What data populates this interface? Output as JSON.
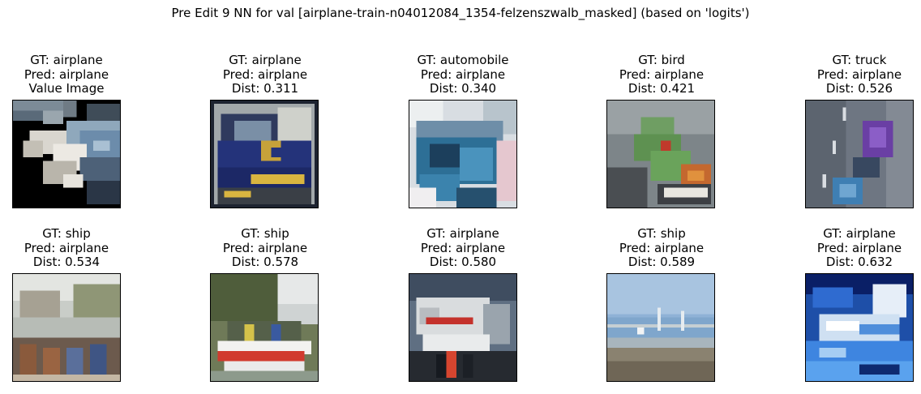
{
  "figure": {
    "title": "Pre Edit 9 NN for val [airplane-train-n04012084_1354-felzenszwalb_masked] (based on 'logits')"
  },
  "panels": [
    {
      "gt": "GT: airplane",
      "pred": "Pred: airplane",
      "third": "Value Image",
      "image": "masked-airplane-cockpit-image"
    },
    {
      "gt": "GT: airplane",
      "pred": "Pred: airplane",
      "third": "Dist: 0.311",
      "image": "blue-jet-cockpit-image"
    },
    {
      "gt": "GT: automobile",
      "pred": "Pred: airplane",
      "third": "Dist: 0.340",
      "image": "blue-car-interior-image"
    },
    {
      "gt": "GT: bird",
      "pred": "Pred: airplane",
      "third": "Dist: 0.421",
      "image": "green-parrot-image"
    },
    {
      "gt": "GT: truck",
      "pred": "Pred: airplane",
      "third": "Dist: 0.526",
      "image": "purple-truck-road-image"
    },
    {
      "gt": "GT: ship",
      "pred": "Pred: airplane",
      "third": "Dist: 0.534",
      "image": "boats-river-image"
    },
    {
      "gt": "GT: ship",
      "pred": "Pred: airplane",
      "third": "Dist: 0.578",
      "image": "red-white-boat-image"
    },
    {
      "gt": "GT: airplane",
      "pred": "Pred: airplane",
      "third": "Dist: 0.580",
      "image": "white-red-airliner-image"
    },
    {
      "gt": "GT: ship",
      "pred": "Pred: airplane",
      "third": "Dist: 0.589",
      "image": "sailboats-beach-image"
    },
    {
      "gt": "GT: airplane",
      "pred": "Pred: airplane",
      "third": "Dist: 0.632",
      "image": "blue-airplane-image"
    }
  ],
  "colors": {
    "border": "#000000",
    "background": "#ffffff"
  }
}
